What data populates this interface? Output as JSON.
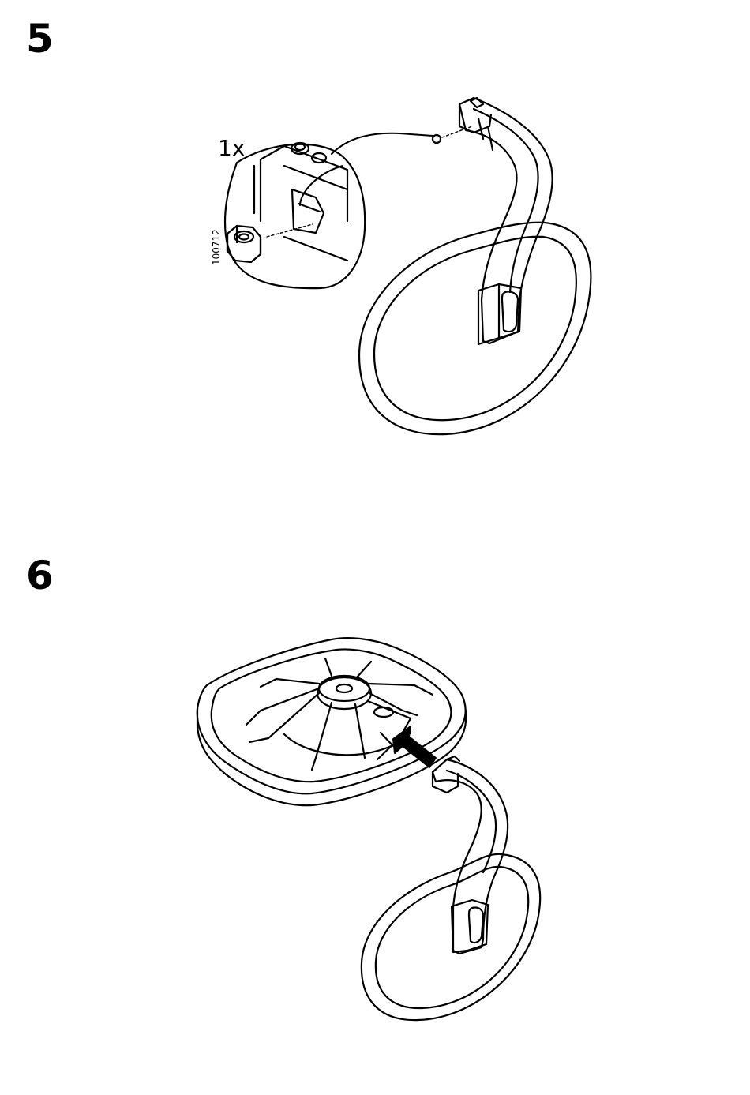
{
  "steps": [
    {
      "number": "5",
      "quantity": "1x",
      "part_number": "100712"
    },
    {
      "number": "6"
    }
  ],
  "icons": {
    "nut": "hex-nut-icon",
    "arrow": "insert-arrow-icon"
  },
  "colors": {
    "line": "#000000",
    "background": "#ffffff"
  }
}
